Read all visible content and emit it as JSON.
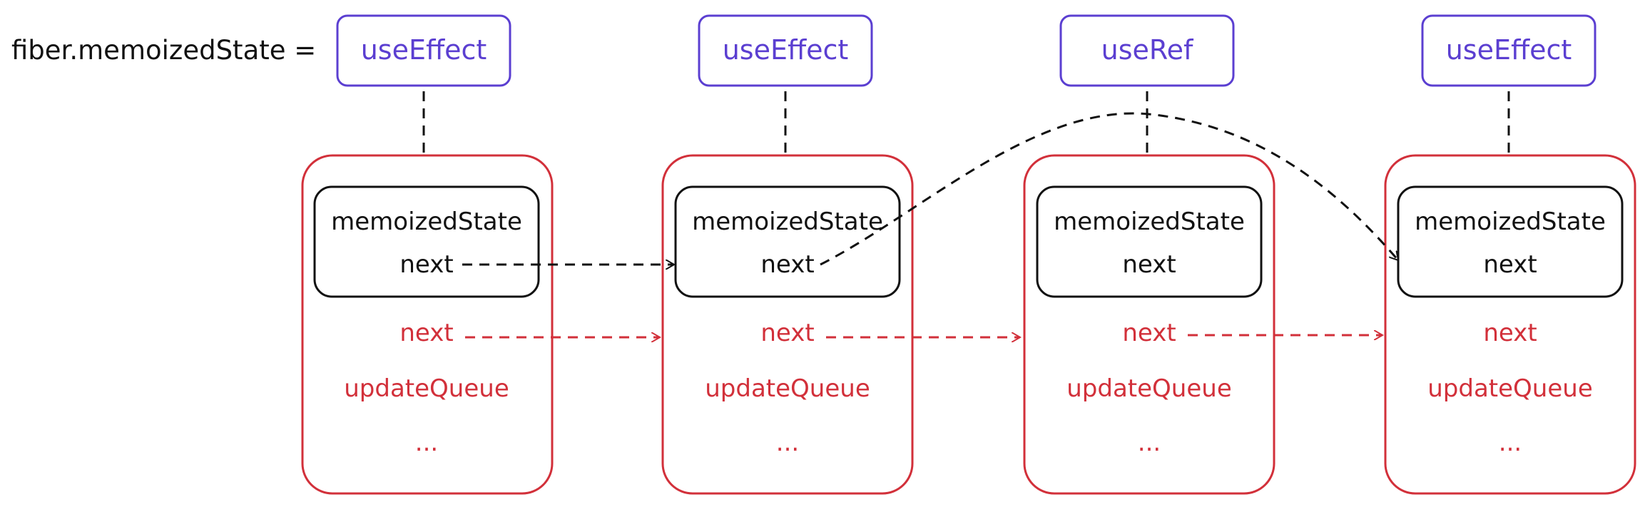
{
  "prefix": "fiber.memoizedState =",
  "colors": {
    "hook": "#5b3fd1",
    "fiber": "#d2303a",
    "ink": "#111111"
  },
  "hooks": [
    {
      "label": "useEffect"
    },
    {
      "label": "useEffect"
    },
    {
      "label": "useRef"
    },
    {
      "label": "useEffect"
    }
  ],
  "node": {
    "inner_state": "memoizedState",
    "inner_next": "next",
    "next": "next",
    "update_queue": "updateQueue",
    "more": "..."
  }
}
